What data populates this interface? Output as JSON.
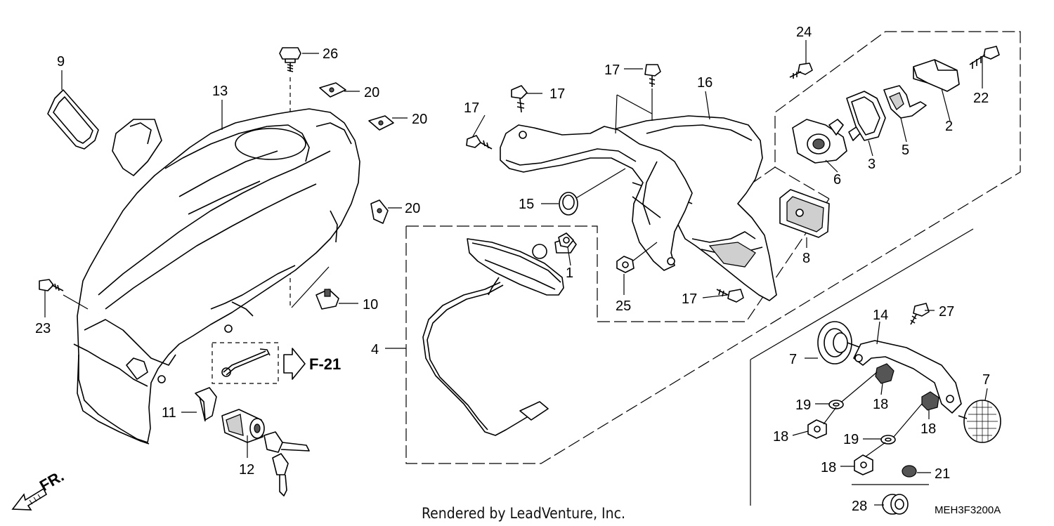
{
  "diagram": {
    "callouts": [
      {
        "id": "c1",
        "text": "1"
      },
      {
        "id": "c2",
        "text": "2"
      },
      {
        "id": "c3",
        "text": "3"
      },
      {
        "id": "c4",
        "text": "4"
      },
      {
        "id": "c5",
        "text": "5"
      },
      {
        "id": "c6",
        "text": "6"
      },
      {
        "id": "c7a",
        "text": "7"
      },
      {
        "id": "c7b",
        "text": "7"
      },
      {
        "id": "c8",
        "text": "8"
      },
      {
        "id": "c9",
        "text": "9"
      },
      {
        "id": "c10",
        "text": "10"
      },
      {
        "id": "c11",
        "text": "11"
      },
      {
        "id": "c12",
        "text": "12"
      },
      {
        "id": "c13",
        "text": "13"
      },
      {
        "id": "c14",
        "text": "14"
      },
      {
        "id": "c15",
        "text": "15"
      },
      {
        "id": "c16",
        "text": "16"
      },
      {
        "id": "c17a",
        "text": "17"
      },
      {
        "id": "c17b",
        "text": "17"
      },
      {
        "id": "c17c",
        "text": "17"
      },
      {
        "id": "c17d",
        "text": "17"
      },
      {
        "id": "c18a",
        "text": "18"
      },
      {
        "id": "c18b",
        "text": "18"
      },
      {
        "id": "c18c",
        "text": "18"
      },
      {
        "id": "c18d",
        "text": "18"
      },
      {
        "id": "c19a",
        "text": "19"
      },
      {
        "id": "c19b",
        "text": "19"
      },
      {
        "id": "c20a",
        "text": "20"
      },
      {
        "id": "c20b",
        "text": "20"
      },
      {
        "id": "c20c",
        "text": "20"
      },
      {
        "id": "c21",
        "text": "21"
      },
      {
        "id": "c22",
        "text": "22"
      },
      {
        "id": "c23",
        "text": "23"
      },
      {
        "id": "c24",
        "text": "24"
      },
      {
        "id": "c25",
        "text": "25"
      },
      {
        "id": "c26",
        "text": "26"
      },
      {
        "id": "c27",
        "text": "27"
      },
      {
        "id": "c28",
        "text": "28"
      }
    ],
    "reference": "F-21",
    "direction": "FR.",
    "diagram_code": "MEH3F3200A",
    "footer": "Rendered by LeadVenture, Inc."
  }
}
